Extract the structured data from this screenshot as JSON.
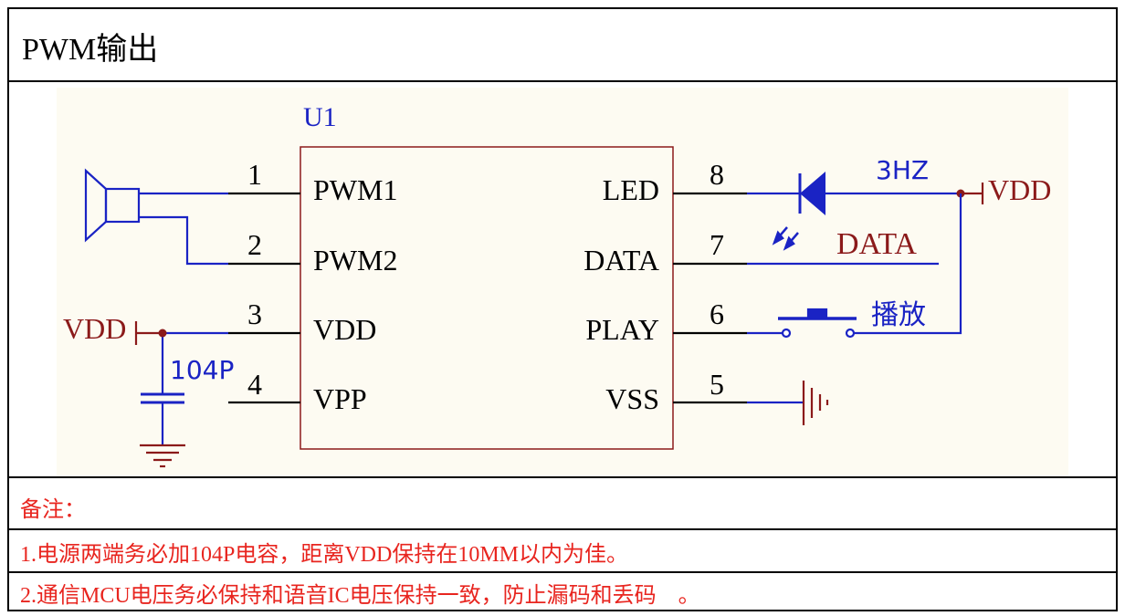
{
  "title": "PWM输出",
  "schematic": {
    "chip_ref": "U1",
    "left_pins": [
      {
        "num": "1",
        "name": "PWM1"
      },
      {
        "num": "2",
        "name": "PWM2"
      },
      {
        "num": "3",
        "name": "VDD"
      },
      {
        "num": "4",
        "name": "VPP"
      }
    ],
    "right_pins": [
      {
        "num": "8",
        "name": "LED"
      },
      {
        "num": "7",
        "name": "DATA"
      },
      {
        "num": "6",
        "name": "PLAY"
      },
      {
        "num": "5",
        "name": "VSS"
      }
    ],
    "left_vdd_label": "VDD",
    "right_vdd_label": "VDD",
    "cap_label": "104P",
    "led_freq_label": "3HZ",
    "data_net_label": "DATA",
    "play_button_label": "播放",
    "colors": {
      "wire_blue": "#1a23c4",
      "wire_black": "#000000",
      "net_red": "#8b1a1a",
      "chip_border": "#8b1a1a",
      "canvas_bg": "#fdfbf2",
      "note_red": "#e8251f"
    }
  },
  "notes": {
    "heading": "备注：",
    "line1": "1.电源两端务必加104P电容，距离VDD保持在10MM以内为佳。",
    "line2": "2.通信MCU电压务必保持和语音IC电压保持一致，防止漏码和丢码　。"
  }
}
